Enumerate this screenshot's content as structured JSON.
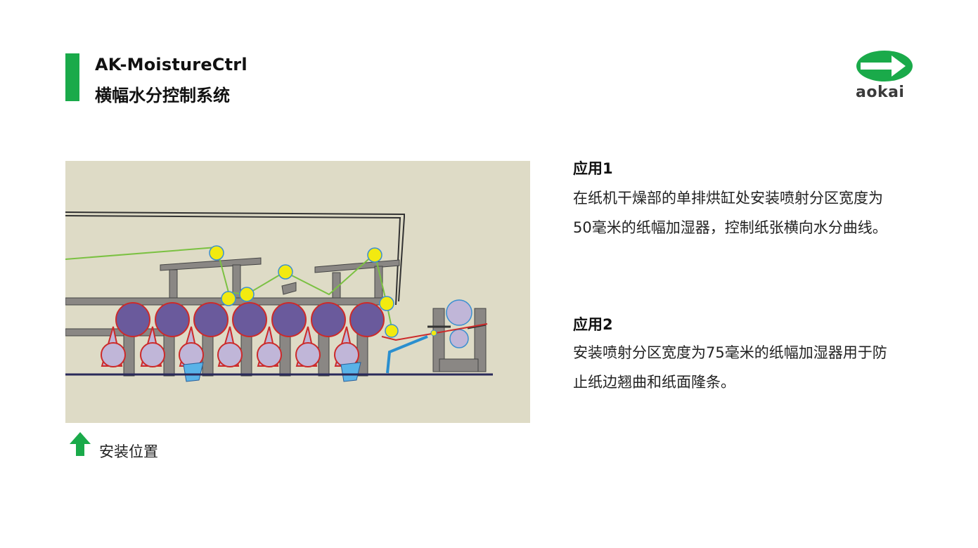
{
  "header": {
    "title_en": "AK-MoistureCtrl",
    "title_cn": "横幅水分控制系统"
  },
  "brand": {
    "logo_text": "aokai",
    "accent_color": "#1aaa4a"
  },
  "diagram": {
    "legend_icon": "green-up-arrow-icon",
    "legend_label": "安装位置"
  },
  "applications": [
    {
      "title": "应用1",
      "body": "在纸机干燥部的单排烘缸处安装喷射分区宽度为50毫米的纸幅加湿器，控制纸张横向水分曲线。"
    },
    {
      "title": "应用2",
      "body": "安装喷射分区宽度为75毫米的纸幅加湿器用于防止纸边翘曲和纸面隆条。"
    }
  ]
}
